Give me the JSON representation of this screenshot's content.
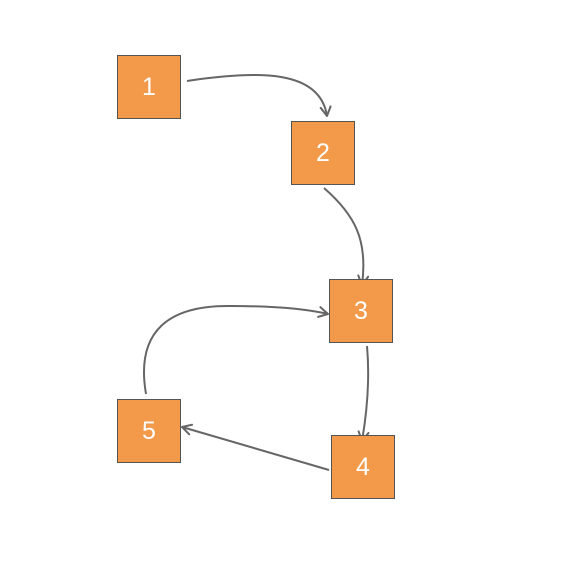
{
  "diagram": {
    "node_fill": "#f2994a",
    "node_border": "#555555",
    "edge_color": "#666666",
    "nodes": [
      {
        "id": "n1",
        "label": "1"
      },
      {
        "id": "n2",
        "label": "2"
      },
      {
        "id": "n3",
        "label": "3"
      },
      {
        "id": "n4",
        "label": "4"
      },
      {
        "id": "n5",
        "label": "5"
      }
    ],
    "edges": [
      {
        "from": "1",
        "to": "2"
      },
      {
        "from": "2",
        "to": "3"
      },
      {
        "from": "3",
        "to": "4"
      },
      {
        "from": "4",
        "to": "5"
      },
      {
        "from": "5",
        "to": "3"
      }
    ]
  }
}
